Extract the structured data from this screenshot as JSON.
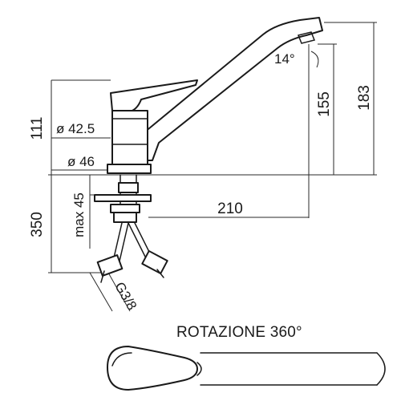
{
  "dimensions": {
    "height_above_deck": "111",
    "body_diameter": "ø 42.5",
    "base_diameter": "ø 46",
    "max_deck_thickness": "max 45",
    "hose_length": "350",
    "spout_reach": "210",
    "outlet_height": "155",
    "total_height": "183",
    "spout_angle": "14°",
    "connection_thread": "G3/8"
  },
  "rotation_label": "ROTAZIONE 360°"
}
